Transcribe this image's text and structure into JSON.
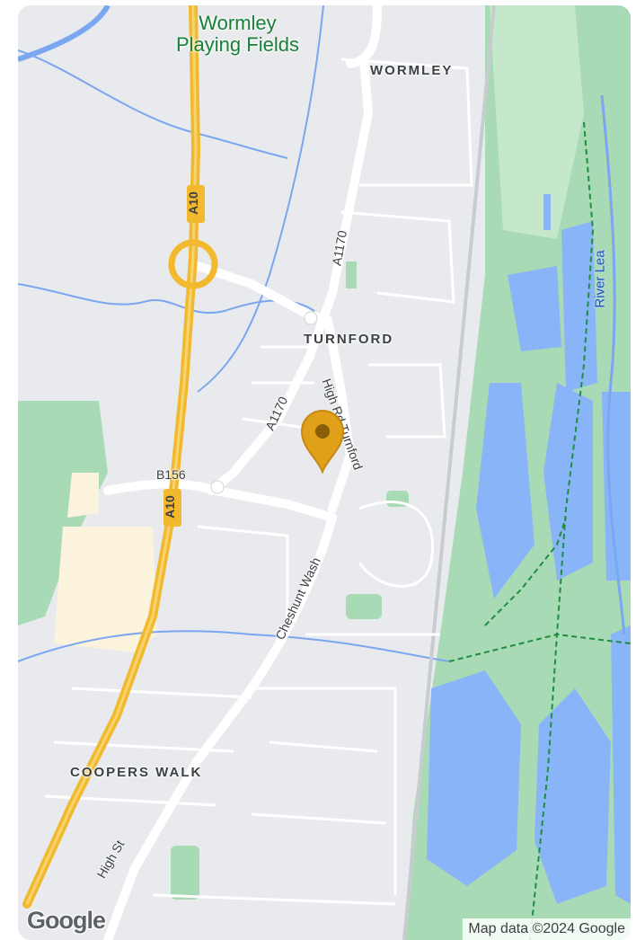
{
  "map": {
    "places": {
      "wormley": "WORMLEY",
      "turnford": "TURNFORD",
      "coopers_walk": "COOPERS WALK"
    },
    "parks": {
      "wormley_playing_fields_line1": "Wormley",
      "wormley_playing_fields_line2": "Playing Fields"
    },
    "roads": {
      "a10_upper": "A10",
      "a10_lower": "A10",
      "a1170_upper": "A1170",
      "a1170_lower": "A1170",
      "b156": "B156",
      "high_rd_turnford": "High Rd Turnford",
      "cheshunt_wash": "Cheshunt Wash",
      "high_st": "High St"
    },
    "water": {
      "river_lea": "River Lea"
    },
    "marker": {
      "icon": "map-pin-icon",
      "color": "#e0a01a"
    },
    "attribution": "Map data ©2024 Google",
    "logo": "Google"
  },
  "colors": {
    "background": "#e8eaed",
    "parkland": "#a8dab5",
    "water": "#8ab4f8",
    "motorway": "#f2b92f",
    "major_road": "#ffffff",
    "river_line": "#7aa7f0"
  }
}
